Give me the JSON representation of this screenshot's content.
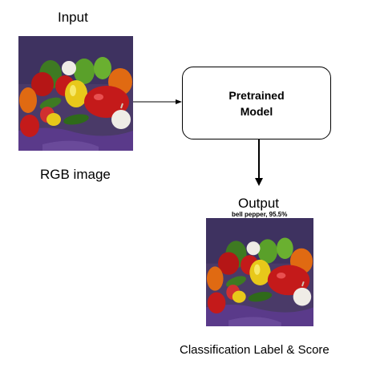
{
  "diagram": {
    "input_title": "Input",
    "input_caption": "RGB image",
    "model_label": "Pretrained Model",
    "output_title": "Output",
    "prediction_text": "bell pepper, 95.5%",
    "output_caption": "Classification Label & Score"
  },
  "colors": {
    "background_purple": "#4a3a68",
    "cloth_purple": "#5a3a8a",
    "pepper_red": "#c41a1a",
    "pepper_yellow": "#e8c81a",
    "pepper_orange": "#e06a12",
    "pepper_green": "#5aa02a",
    "garlic_white": "#efece6",
    "line": "#000000"
  },
  "icons": [
    "arrow-right-icon",
    "arrow-down-icon"
  ]
}
